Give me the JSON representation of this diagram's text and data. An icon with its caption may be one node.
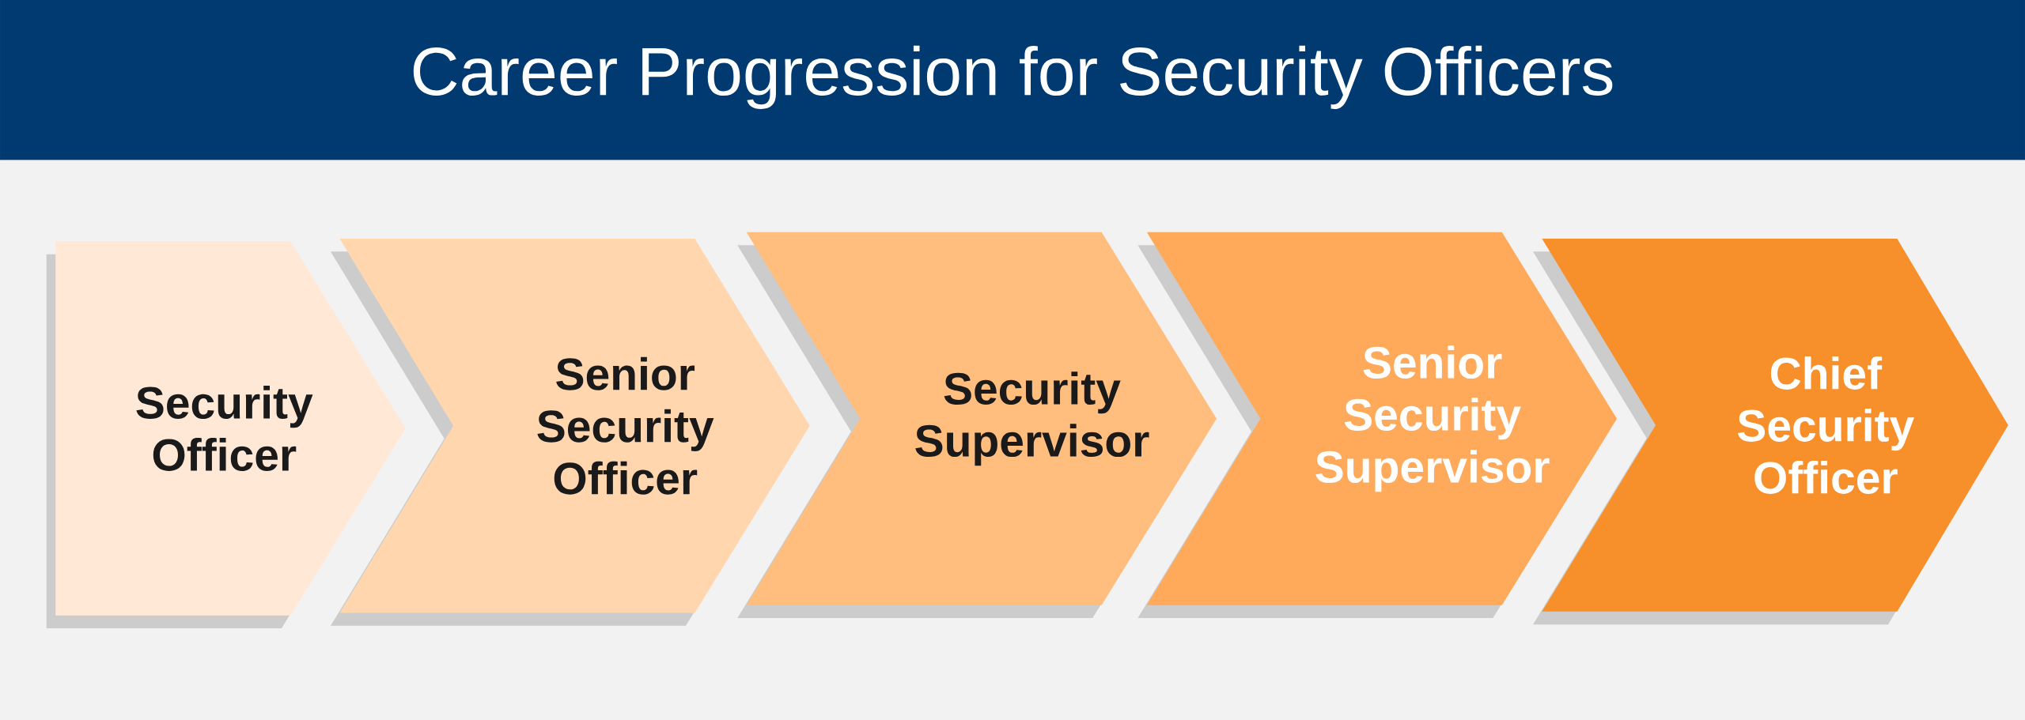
{
  "diagram": {
    "title": "Career Progression for Security Officers",
    "nodes": [
      {
        "text": [
          "Security Officer"
        ]
      },
      {
        "text": [
          "Senior Security Officer"
        ]
      },
      {
        "text": [
          "Security Supervisor"
        ]
      },
      {
        "text": [
          "Senior Security Supervisor"
        ]
      },
      {
        "text": [
          "Chief Security Officer"
        ]
      }
    ]
  }
}
